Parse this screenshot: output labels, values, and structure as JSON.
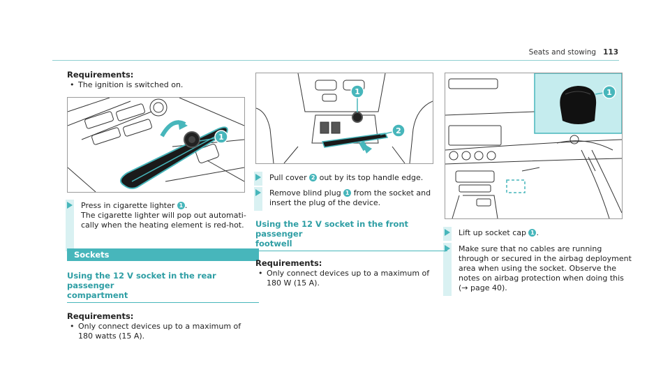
{
  "header": {
    "section": "Seats and stowing",
    "page": "113"
  },
  "col1": {
    "req_title": "Requirements:",
    "req_bullet": "The ignition is switched on.",
    "step1_pre": "Press in cigarette lighter",
    "step1_num": "1",
    "step1_post": ".",
    "step1_line2": "The cigarette lighter will pop out automati-",
    "step1_line3": "cally when the heating element is red-hot.",
    "band": "Sockets",
    "sec_title_1": "Using the 12 V socket in the rear passenger",
    "sec_title_2": "compartment",
    "req2_title": "Requirements:",
    "req2_line1": "Only connect devices up to a maximum of",
    "req2_line2": "180 watts (15 A)."
  },
  "col2": {
    "step1_pre": "Pull cover",
    "step1_num": "2",
    "step1_post": "out by its top handle edge.",
    "step2_pre": "Remove blind plug",
    "step2_num": "1",
    "step2_post": "from the socket and",
    "step2_line2": "insert the plug of the device.",
    "sec_title_1": "Using the 12 V socket in the front passenger",
    "sec_title_2": "footwell",
    "req_title": "Requirements:",
    "req_line1": "Only connect devices up to a maximum of",
    "req_line2": "180 W (15 A)."
  },
  "col3": {
    "step1_pre": "Lift up socket cap",
    "step1_num": "1",
    "step1_post": ".",
    "step2_line1": "Make sure that no cables are running",
    "step2_line2": "through or secured in the airbag deployment",
    "step2_line3": "area when using the socket. Observe the",
    "step2_line4": "notes on airbag protection when doing this",
    "step2_line5": "(→ page 40)."
  },
  "figures": {
    "fig1_callout": "1",
    "fig2_callout1": "1",
    "fig2_callout2": "2",
    "fig3_callout": "1"
  },
  "colors": {
    "accent": "#47b6bb",
    "accent_light": "#d9f1f2",
    "inset_bg": "#c5ecee"
  }
}
